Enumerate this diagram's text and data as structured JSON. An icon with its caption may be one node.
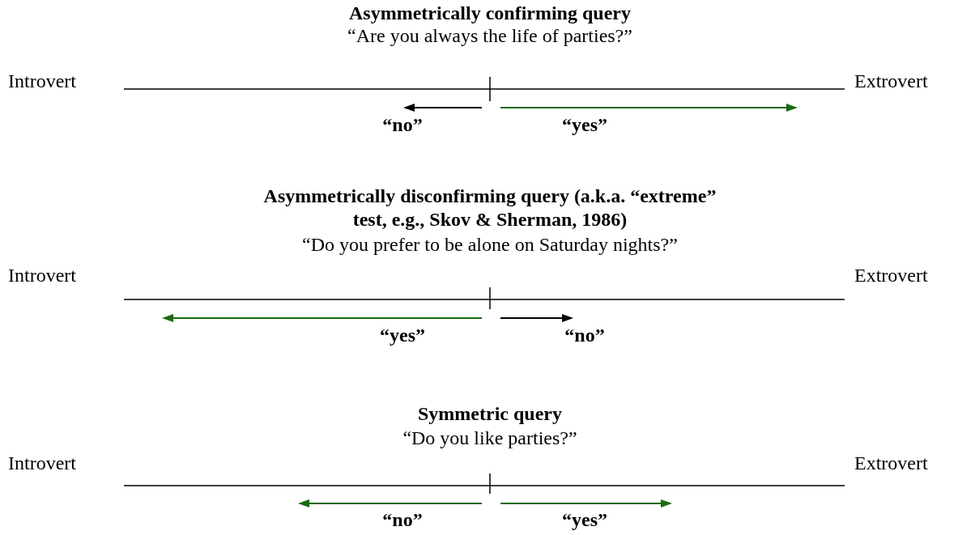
{
  "diagram": {
    "labels": [
      "Asymmetrically confirming query",
      "“Are you always the life of parties?”",
      "Introvert",
      "Extrovert",
      "“no”",
      "“yes”",
      "Asymmetrically disconfirming query (a.k.a. “extreme” test, e.g., Skov & Sherman, 1986)",
      "“Do you prefer to be alone on Saturday nights?”",
      "Introvert",
      "Extrovert",
      "“yes”",
      "“no”",
      "Symmetric query",
      "“Do you like parties?”",
      "Introvert",
      "Extrovert",
      "“no”",
      "“yes”"
    ]
  }
}
